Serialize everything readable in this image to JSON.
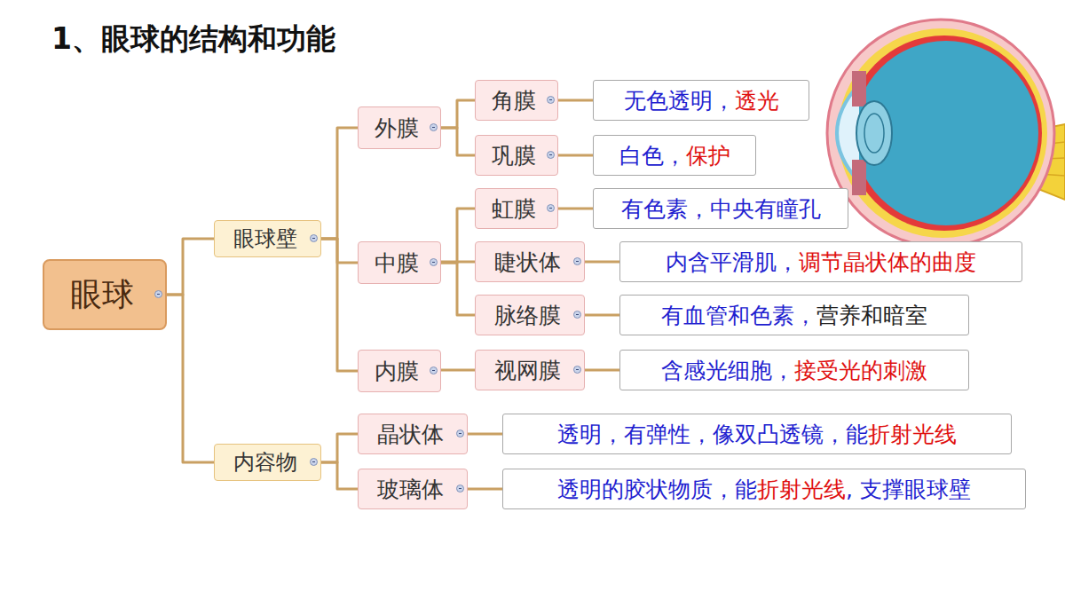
{
  "diagram": {
    "title": "1、眼球的结构和功能",
    "nodes": [
      {
        "text": [
          "眼球"
        ]
      },
      {
        "text": [
          "眼球壁"
        ]
      },
      {
        "text": [
          "外膜"
        ]
      },
      {
        "text": [
          "角膜"
        ]
      },
      {
        "text": [
          "无色透明，",
          "透光"
        ]
      },
      {
        "text": [
          "巩膜"
        ]
      },
      {
        "text": [
          "白色，",
          "保护"
        ]
      },
      {
        "text": [
          "中膜"
        ]
      },
      {
        "text": [
          "虹膜"
        ]
      },
      {
        "text": [
          "有色素，中央有瞳孔"
        ]
      },
      {
        "text": [
          "睫状体"
        ]
      },
      {
        "text": [
          "内含平滑肌，",
          "调节晶状体的曲度"
        ]
      },
      {
        "text": [
          "脉络膜"
        ]
      },
      {
        "text": [
          "有血管和色素，",
          "营养和暗室"
        ]
      },
      {
        "text": [
          "内膜"
        ]
      },
      {
        "text": [
          "视网膜"
        ]
      },
      {
        "text": [
          "含感光细胞，",
          "接受光的刺激"
        ]
      },
      {
        "text": [
          "内容物"
        ]
      },
      {
        "text": [
          "晶状体"
        ]
      },
      {
        "text": [
          "透明，有弹性，像双凸透镜，能",
          "折射光线"
        ]
      },
      {
        "text": [
          "玻璃体"
        ]
      },
      {
        "text": [
          "透明的胶状物质，能",
          "折射光线",
          ", 支撑眼球壁"
        ]
      }
    ],
    "edges": [
      {
        "from": 0,
        "to": 1,
        "arrow": "none"
      },
      {
        "from": 0,
        "to": 17,
        "arrow": "none"
      },
      {
        "from": 1,
        "to": 2,
        "arrow": "none"
      },
      {
        "from": 1,
        "to": 7,
        "arrow": "none"
      },
      {
        "from": 1,
        "to": 14,
        "arrow": "none"
      },
      {
        "from": 2,
        "to": 3,
        "arrow": "none"
      },
      {
        "from": 2,
        "to": 5,
        "arrow": "none"
      },
      {
        "from": 3,
        "to": 4,
        "arrow": "none"
      },
      {
        "from": 5,
        "to": 6,
        "arrow": "none"
      },
      {
        "from": 7,
        "to": 8,
        "arrow": "none"
      },
      {
        "from": 7,
        "to": 10,
        "arrow": "none"
      },
      {
        "from": 7,
        "to": 12,
        "arrow": "none"
      },
      {
        "from": 8,
        "to": 9,
        "arrow": "none"
      },
      {
        "from": 10,
        "to": 11,
        "arrow": "none"
      },
      {
        "from": 12,
        "to": 13,
        "arrow": "none"
      },
      {
        "from": 14,
        "to": 15,
        "arrow": "none"
      },
      {
        "from": 15,
        "to": 16,
        "arrow": "none"
      },
      {
        "from": 17,
        "to": 18,
        "arrow": "none"
      },
      {
        "from": 17,
        "to": 20,
        "arrow": "none"
      },
      {
        "from": 18,
        "to": 19,
        "arrow": "none"
      },
      {
        "from": 20,
        "to": 21,
        "arrow": "none"
      }
    ]
  }
}
